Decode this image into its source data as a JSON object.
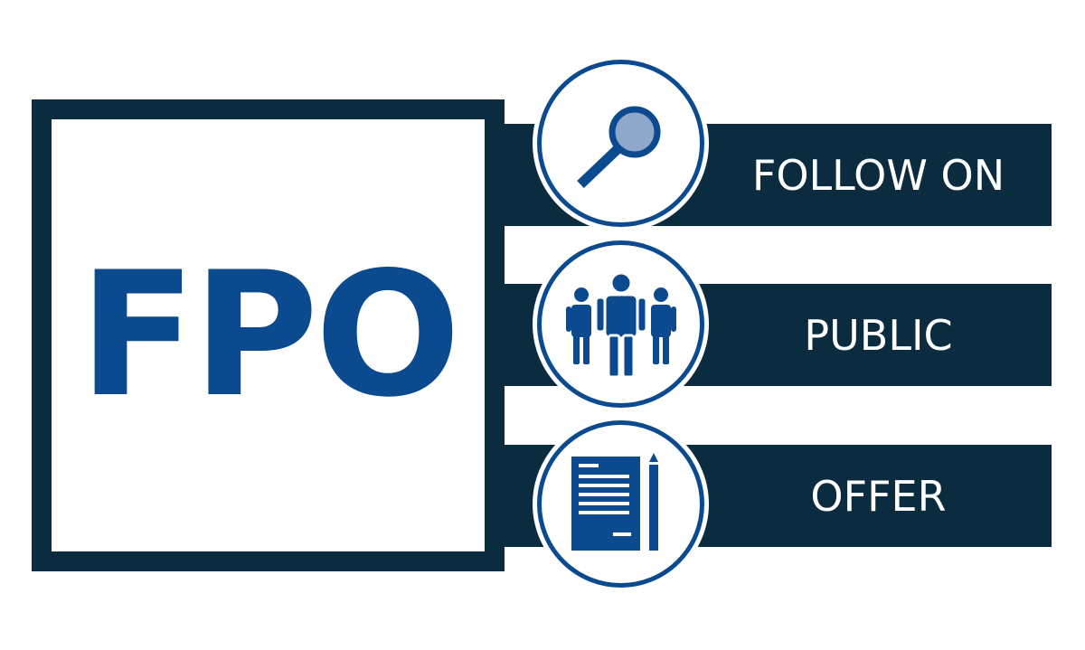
{
  "graphic": {
    "acronym": "FPO",
    "rows": [
      {
        "label": "FOLLOW ON",
        "icon": "magnifier-icon"
      },
      {
        "label": "PUBLIC",
        "icon": "people-group-icon"
      },
      {
        "label": "OFFER",
        "icon": "document-pencil-icon"
      }
    ]
  },
  "colors": {
    "dark_navy": "#0b2b3e",
    "brand_blue": "#0b4a8f",
    "lens_blue": "#8fa7c8",
    "background": "#ffffff"
  }
}
